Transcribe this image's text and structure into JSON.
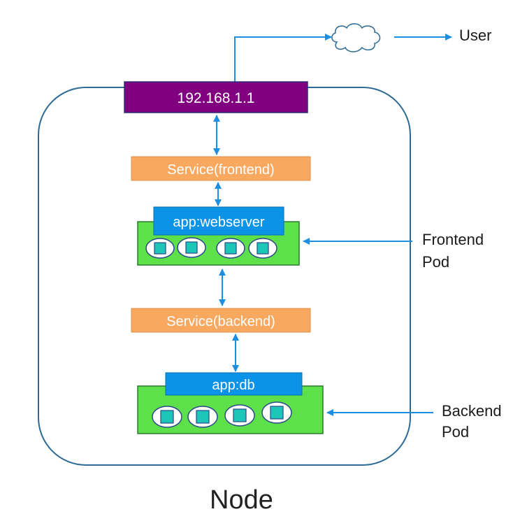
{
  "labels": {
    "ip": "192.168.1.1",
    "service_frontend": "Service(frontend)",
    "app_webserver": "app:webserver",
    "service_backend": "Service(backend)",
    "app_db": "app:db",
    "user": "User",
    "frontend_pod_line1": "Frontend",
    "frontend_pod_line2": "Pod",
    "backend_pod_line1": "Backend",
    "backend_pod_line2": "Pod",
    "node": "Node"
  },
  "colors": {
    "node_border": "#2b6a94",
    "ip_box_fill": "#800080",
    "ip_box_border": "#2e2f7a",
    "service_fill": "#f9a860",
    "app_label_fill": "#0b93e8",
    "pod_fill": "#5ee04a",
    "pod_container_fill": "#1cc7b8",
    "arrow": "#1e8fe0"
  },
  "icons": {
    "cloud": "cloud-icon",
    "container": "container-icon"
  }
}
